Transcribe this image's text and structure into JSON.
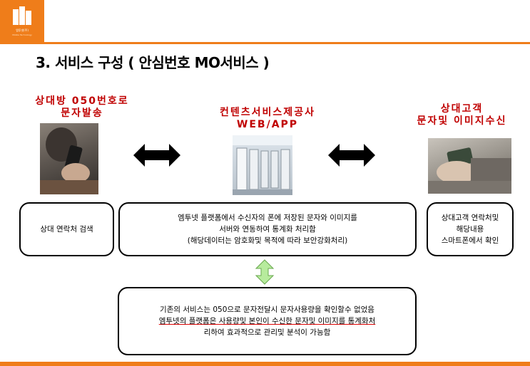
{
  "logo": {
    "line1": "엠투넷(주)",
    "line2": "Mobile Technology"
  },
  "title": "3. 서비스 구성 ( 안심번호 MO서비스 )",
  "left": {
    "heading_line1": "상대방 050번호로",
    "heading_line2": "문자발송",
    "box_text": "상대 연락처 검색"
  },
  "middle": {
    "heading_line1": "컨텐츠서비스제공사",
    "heading_line2": "WEB/APP",
    "box_line1": "엠투넷 플랫폼에서 수신자의 폰에 저장된 문자와 이미지를",
    "box_line2": "서버와 연동하여 통계화 처리함",
    "box_line3": "(해당데이터는 암호화및 목적에 따라 보안강화처리)"
  },
  "right": {
    "heading_line1": "상대고객",
    "heading_line2": "문자및 이미지수신",
    "box_line1": "상대고객 연락처및",
    "box_line2": "해당내용",
    "box_line3": "스마트폰에서 확인"
  },
  "bottom": {
    "line1": "기존의 서비스는 050으로 문자전달시 문자사용량을 확인할수 없었음",
    "line2": "엠투넷의 플랫폼은 사용량및 본인이 수신한 문자및 이미지를 통계화처",
    "line3": "리하여 효과적으로 관리및 분석이 가능함"
  },
  "colors": {
    "accent": "#ef7d1a",
    "heading": "#c00000",
    "updown_arrow": "#b7eb9d"
  }
}
